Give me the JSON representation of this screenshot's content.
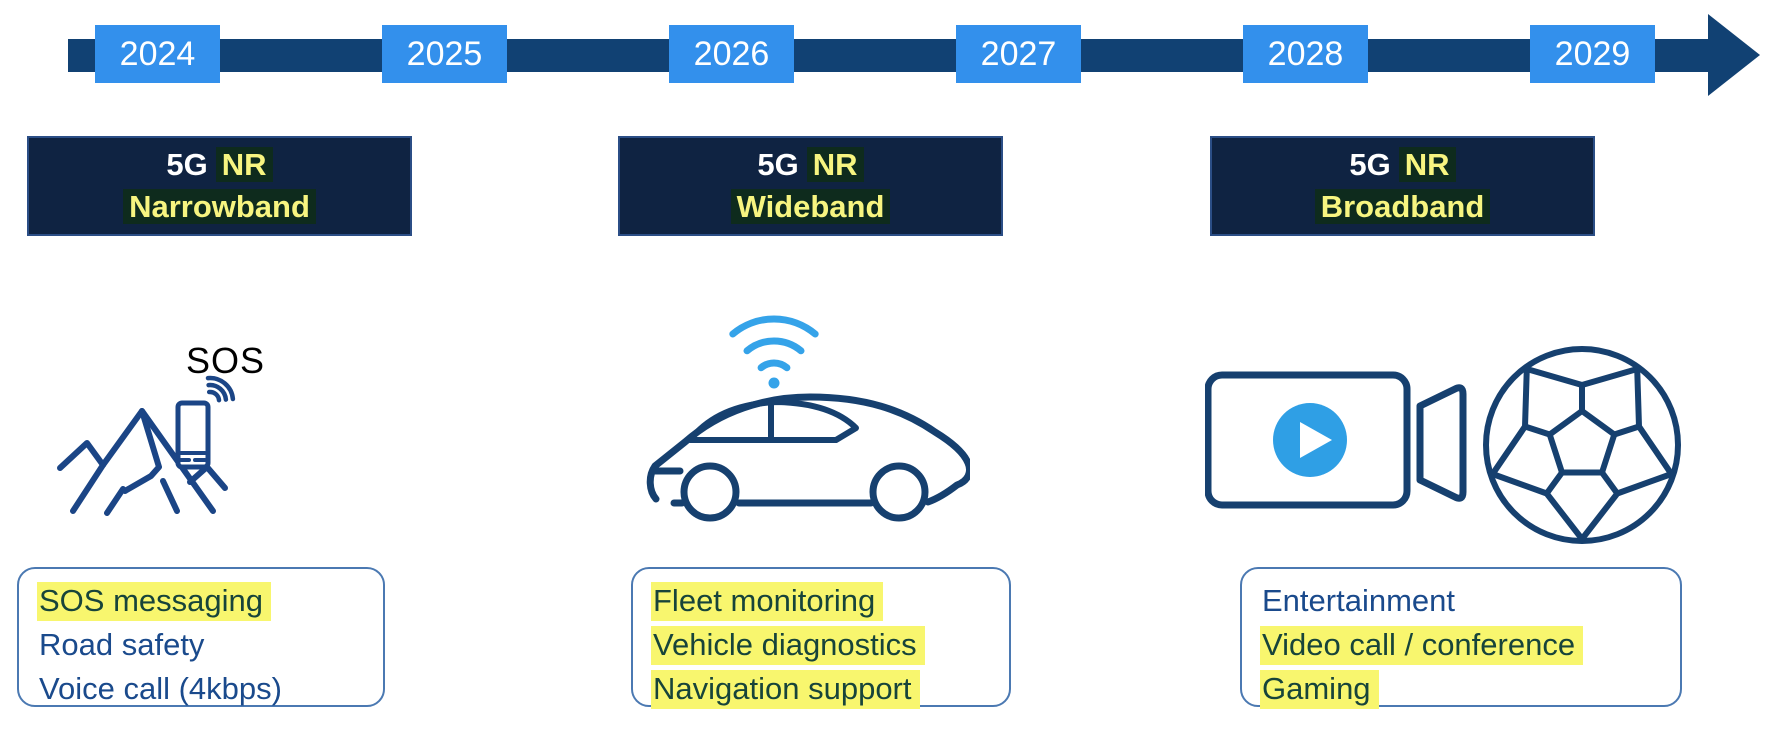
{
  "timeline": {
    "years": [
      "2024",
      "2025",
      "2026",
      "2027",
      "2028",
      "2029"
    ]
  },
  "phases": [
    {
      "title_prefix": "5G",
      "title_highlight": "NR",
      "band": "Narrowband",
      "icon": "sos-phone-on-mountains",
      "icon_label": "SOS",
      "features": [
        {
          "text": "SOS messaging",
          "highlighted": true
        },
        {
          "text": "Road safety",
          "highlighted": false
        },
        {
          "text": "Voice call (4kbps)",
          "highlighted": false
        }
      ]
    },
    {
      "title_prefix": "5G",
      "title_highlight": "NR",
      "band": "Wideband",
      "icon": "connected-car-wifi",
      "features": [
        {
          "text": "Fleet monitoring",
          "highlighted": true
        },
        {
          "text": "Vehicle diagnostics",
          "highlighted": true
        },
        {
          "text": "Navigation support",
          "highlighted": true
        }
      ]
    },
    {
      "title_prefix": "5G",
      "title_highlight": "NR",
      "band": "Broadband",
      "icon": "video-camera-and-soccer-ball",
      "features": [
        {
          "text": "Entertainment",
          "highlighted": false
        },
        {
          "text": "Video call / conference",
          "highlighted": true
        },
        {
          "text": "Gaming",
          "highlighted": true
        }
      ]
    }
  ],
  "colors": {
    "timeline_bar": "#114173",
    "year_box": "#3390EC",
    "headline_box_bg": "#0F2342",
    "headline_yellow": "#F7F580",
    "headline_highlight_bg": "#0E2B1D",
    "feature_highlight": "#F8F66E",
    "feature_text_navy": "#1A4A8C",
    "icon_navy": "#1B4586",
    "icon_light_blue": "#35A3E9"
  }
}
